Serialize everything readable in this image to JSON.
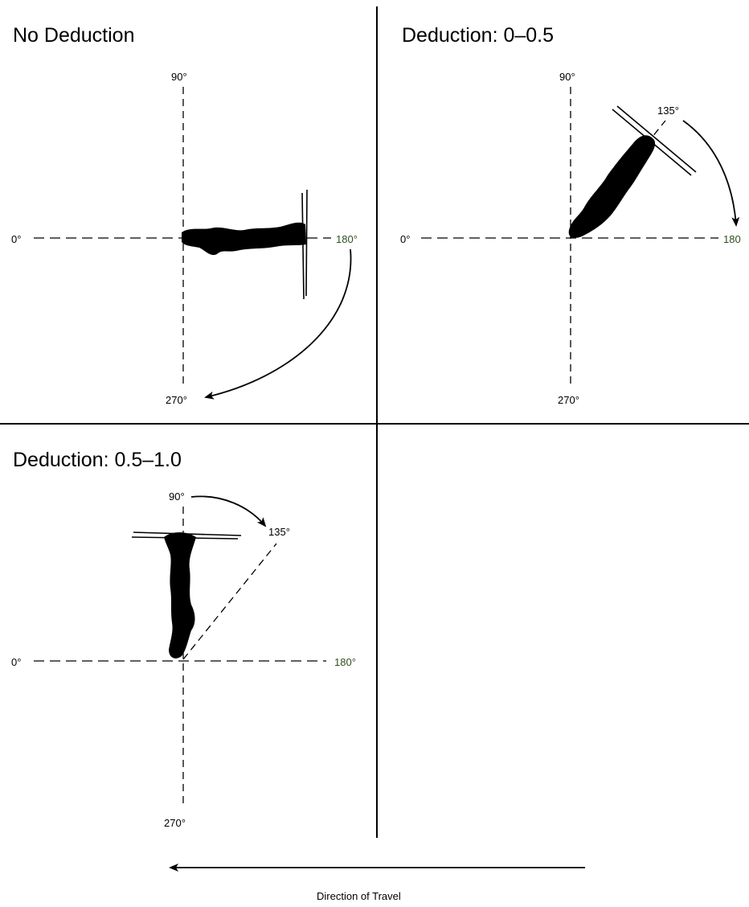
{
  "panels": {
    "no_deduction": {
      "title": "No Deduction",
      "label_90": "90°",
      "label_0": "0°",
      "label_180": "180°",
      "label_270": "270°"
    },
    "deduction_0_05": {
      "title": "Deduction: 0–0.5",
      "label_90": "90°",
      "label_135": "135°",
      "label_0": "0°",
      "label_180": "180",
      "label_270": "270°"
    },
    "deduction_05_10": {
      "title": "Deduction:  0.5–1.0",
      "label_90": "90°",
      "label_135": "135°",
      "label_0": "0°",
      "label_180": "180°",
      "label_270": "270°"
    }
  },
  "footer": {
    "caption": "Direction of Travel"
  },
  "colors": {
    "ink": "#000000",
    "label_green": "#2f4f1f",
    "background": "#ffffff"
  }
}
